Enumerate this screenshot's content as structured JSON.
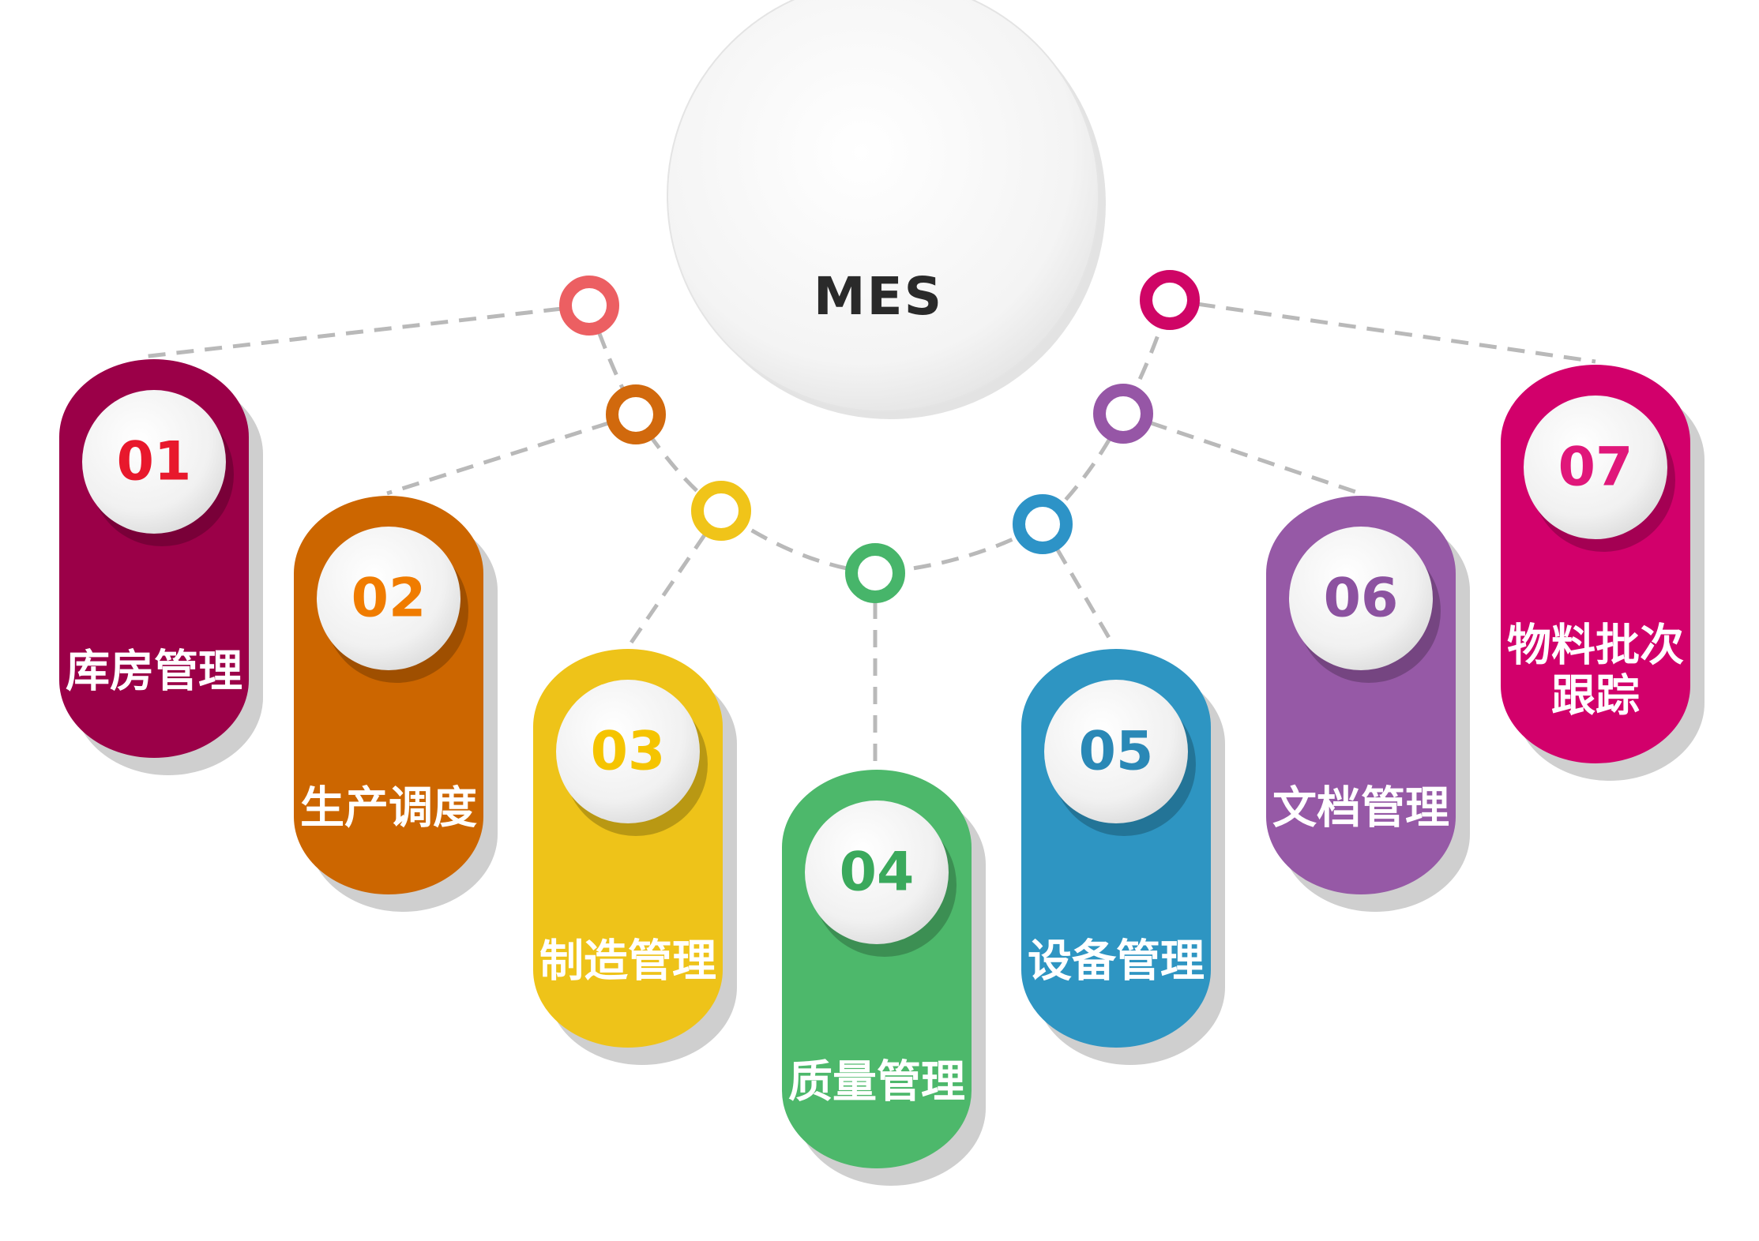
{
  "center": {
    "label": "MES"
  },
  "modules": [
    {
      "number": "01",
      "lines": [
        "库房管理"
      ],
      "color": "#9b0048",
      "number_color": "#e8182c"
    },
    {
      "number": "02",
      "lines": [
        "生产调度"
      ],
      "color": "#cc6600",
      "number_color": "#f07c00"
    },
    {
      "number": "03",
      "lines": [
        "制造管理"
      ],
      "color": "#eec319",
      "number_color": "#f5c400"
    },
    {
      "number": "04",
      "lines": [
        "质量管理"
      ],
      "color": "#4db86b",
      "number_color": "#3aa95c"
    },
    {
      "number": "05",
      "lines": [
        "设备管理"
      ],
      "color": "#2e95c2",
      "number_color": "#2a88b6"
    },
    {
      "number": "06",
      "lines": [
        "文档管理"
      ],
      "color": "#9659a6",
      "number_color": "#8c52a0"
    },
    {
      "number": "07",
      "lines": [
        "物料批次",
        "跟踪"
      ],
      "color": "#d2006b",
      "number_color": "#e0177a"
    }
  ],
  "ring_colors": [
    "#ec5f62",
    "#d1690d",
    "#f0c419",
    "#47b56a",
    "#2d93c7",
    "#9656a6",
    "#cf0566"
  ],
  "connector_color": "#b9b9b9"
}
